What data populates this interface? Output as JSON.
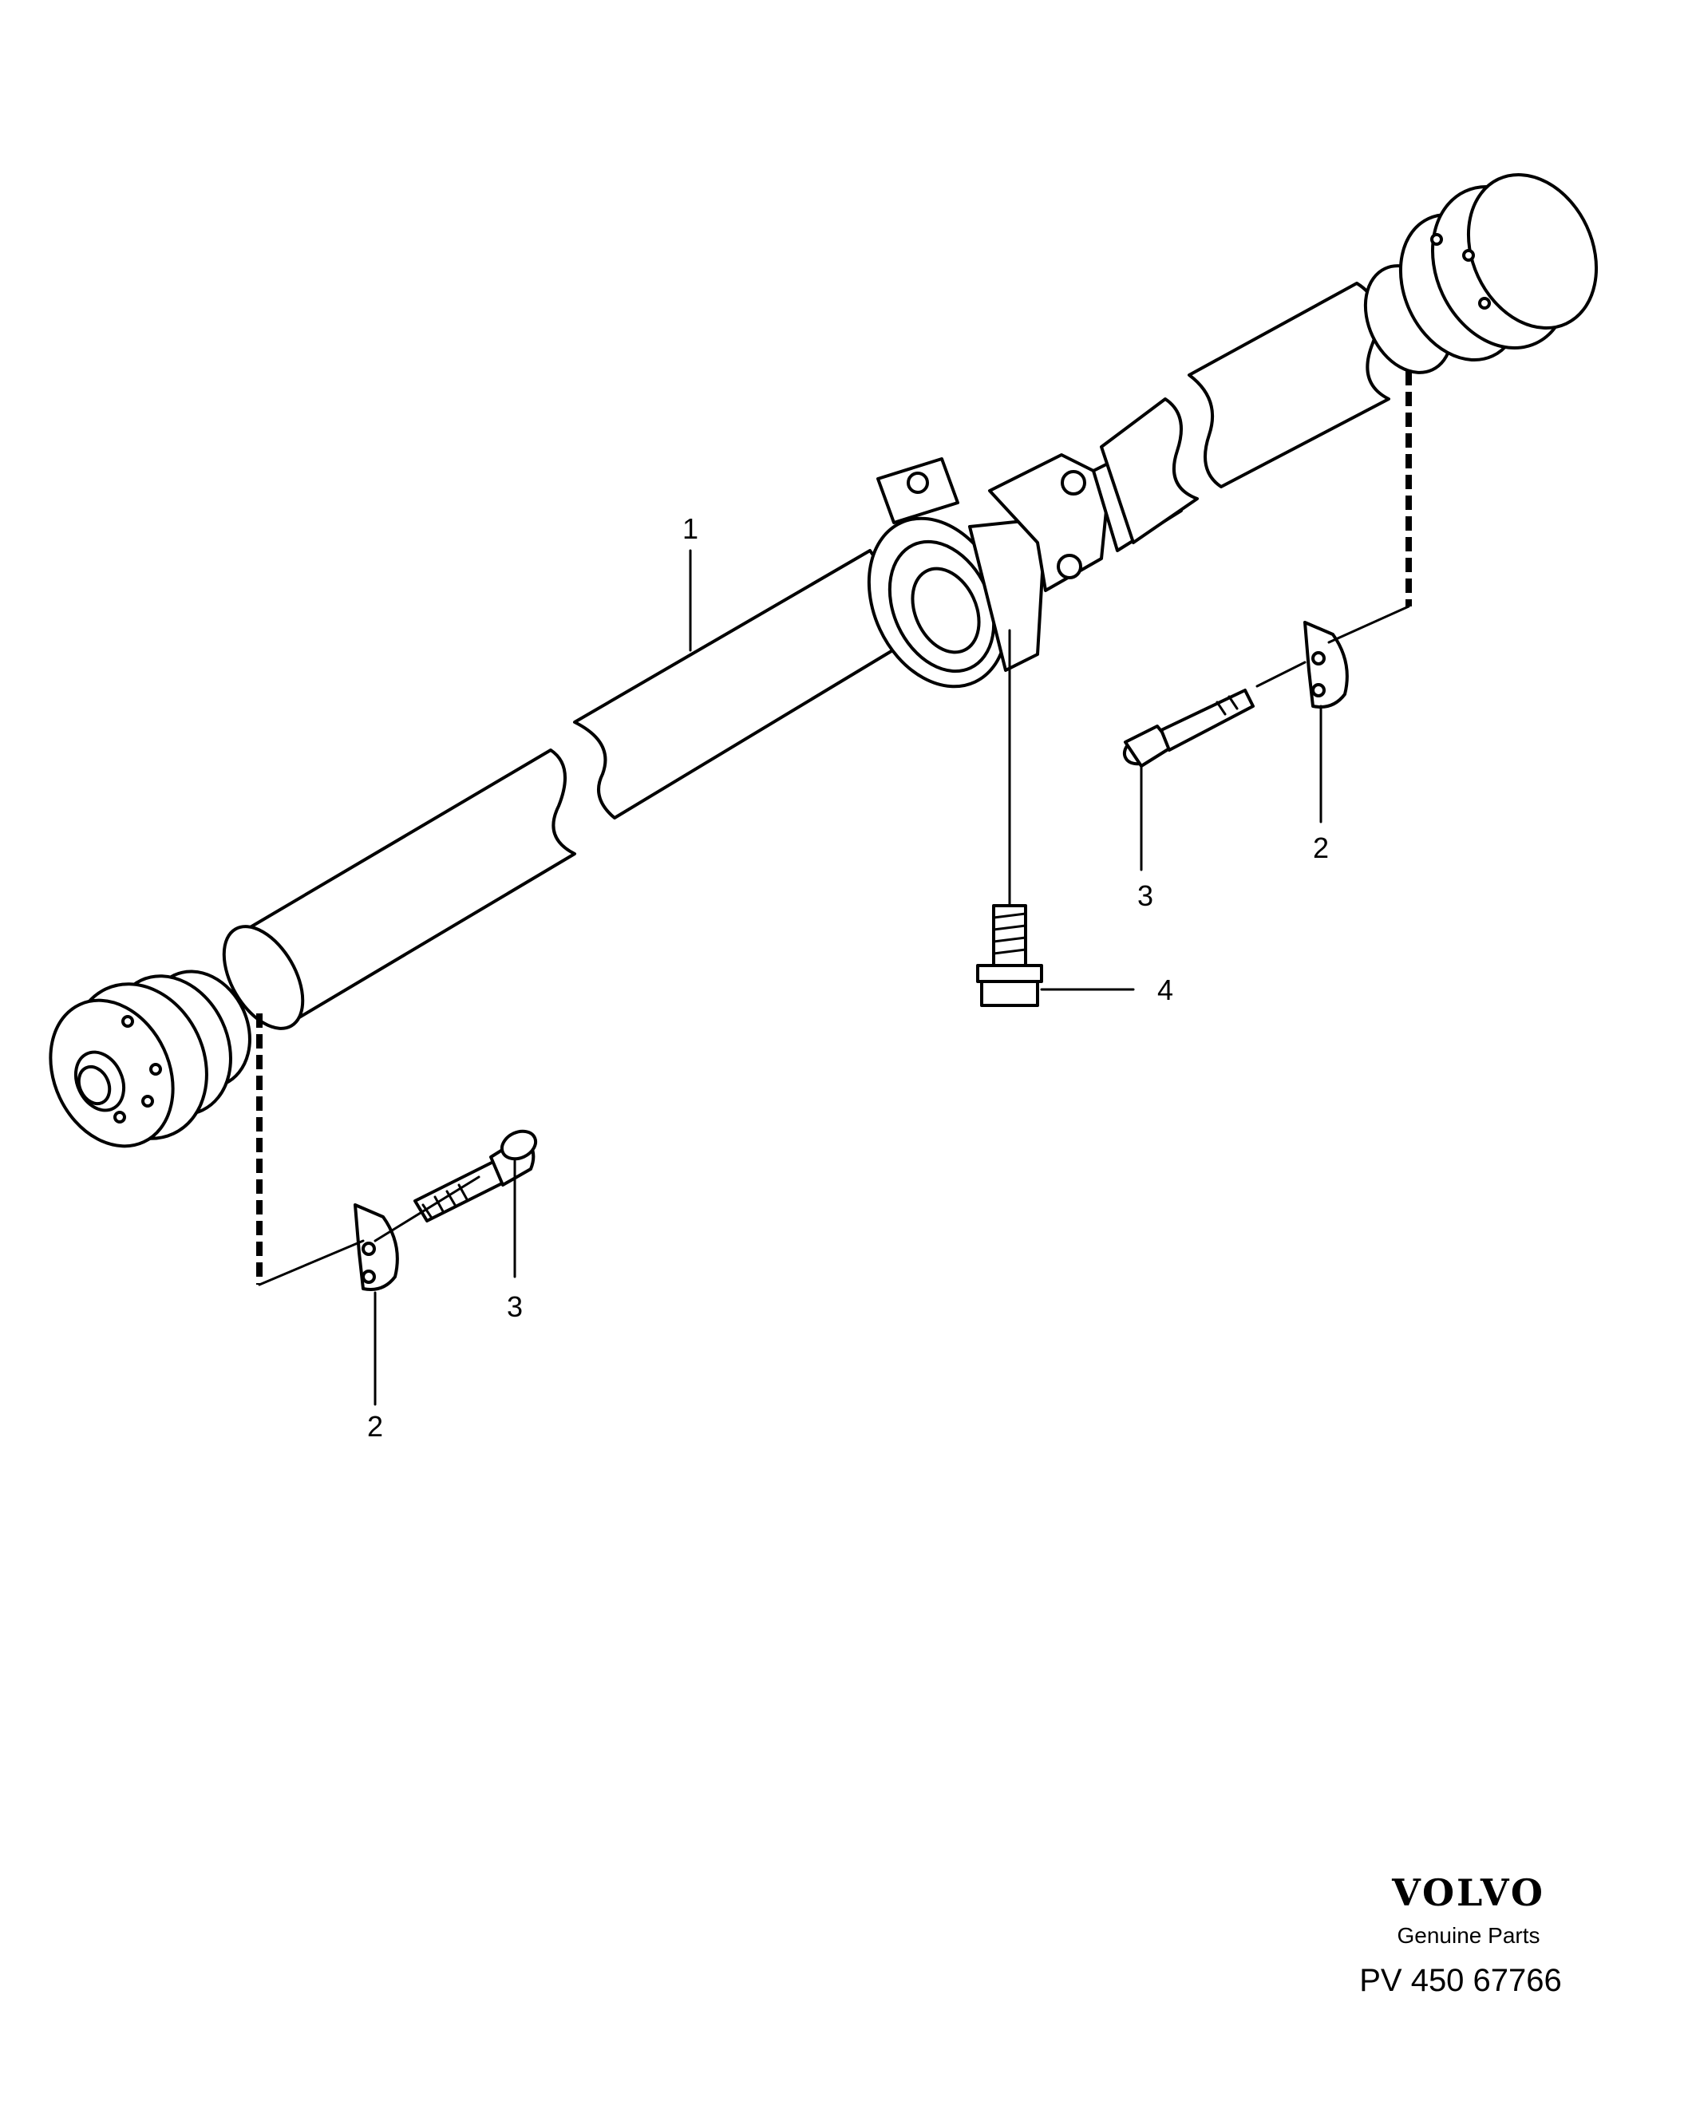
{
  "callouts": {
    "shaft": "1",
    "left_clip": "2",
    "right_clip": "2",
    "left_bolt": "3",
    "right_bolt": "3",
    "flange_bolt": "4"
  },
  "brand": {
    "logo": "VOLVO",
    "subtitle": "Genuine Parts",
    "part_number": "PV 450 67766"
  },
  "icons": [
    "propeller-shaft-icon",
    "center-bearing-icon",
    "clip-icon",
    "socket-bolt-icon",
    "flange-bolt-icon"
  ]
}
